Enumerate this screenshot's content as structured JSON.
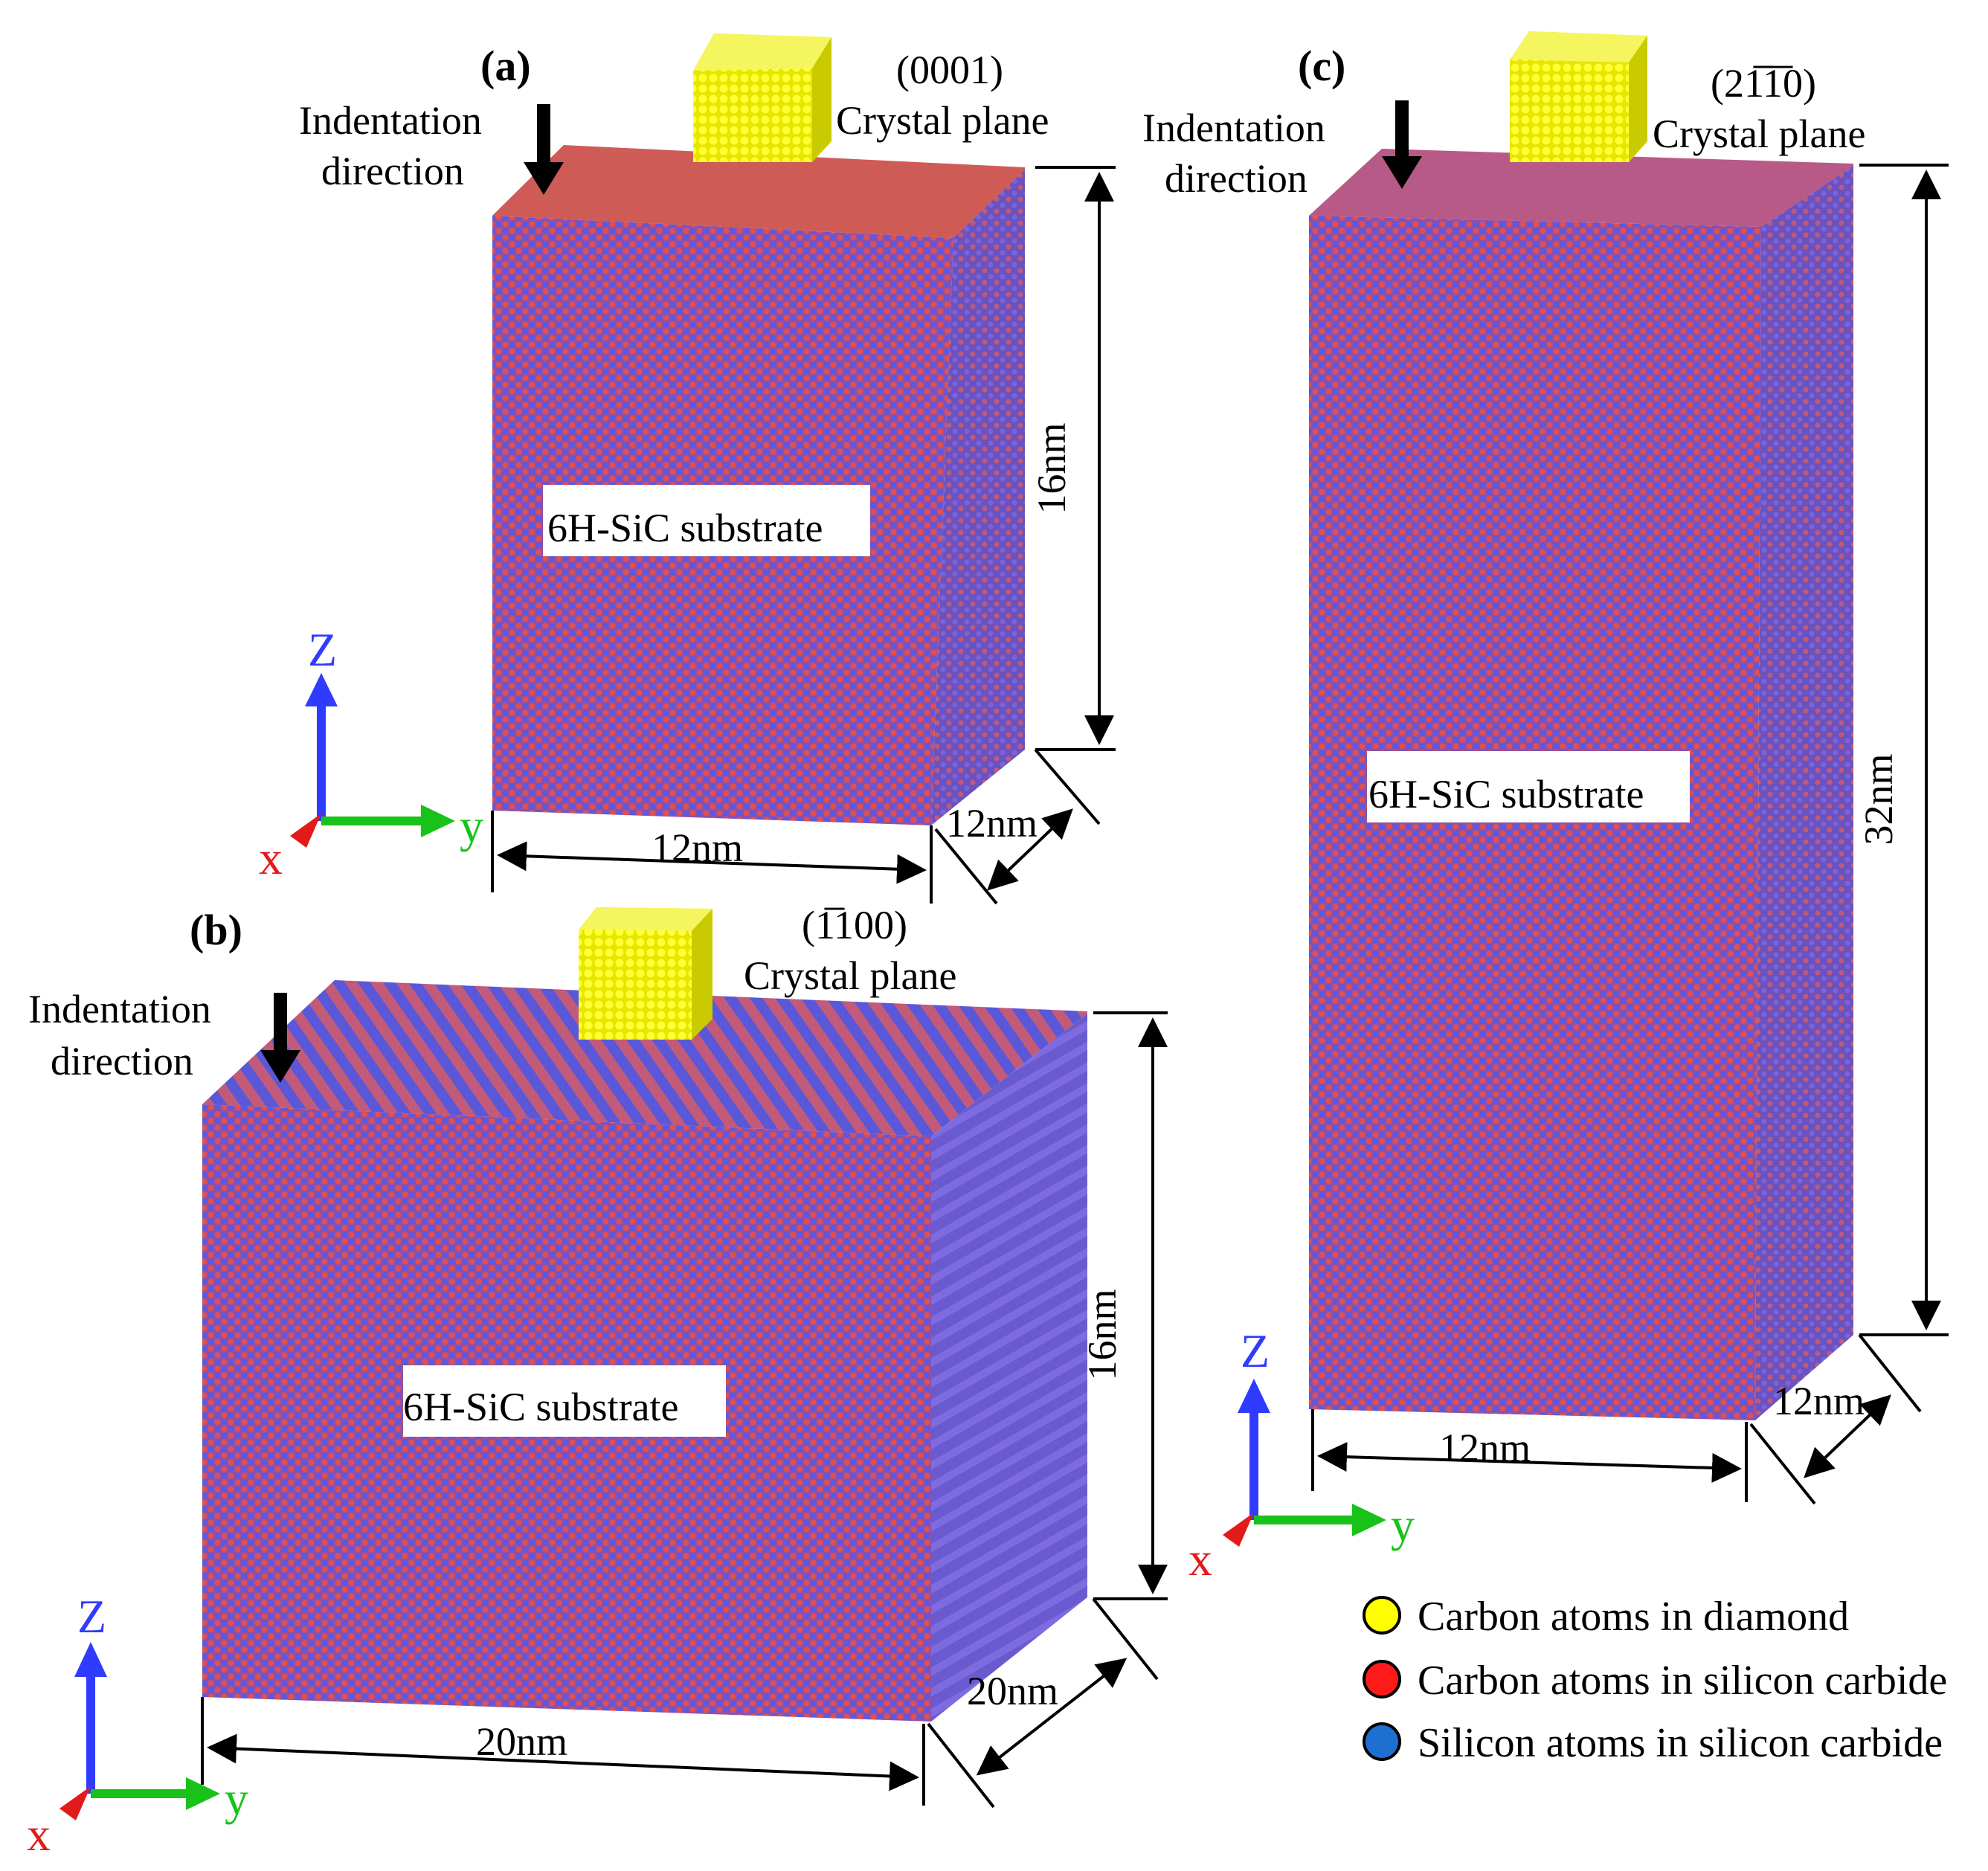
{
  "panels": [
    {
      "id": "a",
      "label": "(a)",
      "indentation": [
        "Indentation",
        "direction"
      ],
      "plane": {
        "miller": "(0001)",
        "text": "Crystal plane"
      },
      "substrate_label": "6H-SiC substrate",
      "height": "16nm",
      "width": "12nm",
      "depth": "12nm"
    },
    {
      "id": "b",
      "label": "(b)",
      "indentation": [
        "Indentation",
        "direction"
      ],
      "plane": {
        "miller": "(1̅100)",
        "text": "Crystal plane"
      },
      "substrate_label": "6H-SiC substrate",
      "height": "16nm",
      "width": "20nm",
      "depth": "20nm"
    },
    {
      "id": "c",
      "label": "(c)",
      "indentation": [
        "Indentation",
        "direction"
      ],
      "plane": {
        "miller": "(21̅̅1̅0)",
        "text": "Crystal plane"
      },
      "substrate_label": "6H-SiC substrate",
      "height": "32nm",
      "width": "12nm",
      "depth": "12nm"
    }
  ],
  "axes": {
    "z": "Z",
    "y": "y",
    "x": "x",
    "z_color": "#2f3bff",
    "y_color": "#19c219",
    "x_color": "#e31a1a"
  },
  "legend": [
    {
      "label": "Carbon atoms in diamond",
      "color": "#ffff00"
    },
    {
      "label": "Carbon atoms in silicon carbide",
      "color": "#ff1a1a"
    },
    {
      "label": "Silicon atoms in silicon carbide",
      "color": "#1f6fd1"
    }
  ],
  "colors": {
    "substrate_front": "#8a52b0",
    "substrate_side": "#6a52c0",
    "substrate_top_a": "#d25a58",
    "substrate_top_b": "#b05a90",
    "diamond": "#f2f20a",
    "atom_red": "#e0504d",
    "atom_blue": "#5a5ae0"
  }
}
